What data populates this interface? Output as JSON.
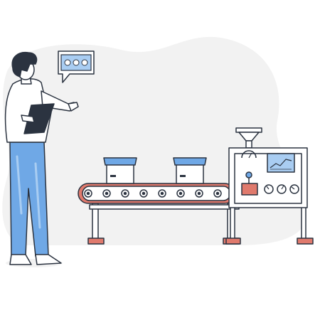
{
  "scene": {
    "description_icons": [
      "person-icon",
      "tablet-icon",
      "chat-bubble-icon",
      "conveyor-belt-icon",
      "box-icon",
      "machine-icon",
      "gauge-icon",
      "monitor-chart-icon",
      "hopper-icon",
      "lever-icon"
    ]
  },
  "colors": {
    "outline": "#2b3340",
    "blob": "#f2f2f2",
    "blue": "#6fa8e6",
    "blue_light": "#a9cdf2",
    "red": "#e07a6d",
    "white": "#ffffff",
    "gray": "#d9d9d9"
  },
  "gauges": [
    0.35,
    0.55,
    0.25
  ],
  "chat_dots": 3
}
